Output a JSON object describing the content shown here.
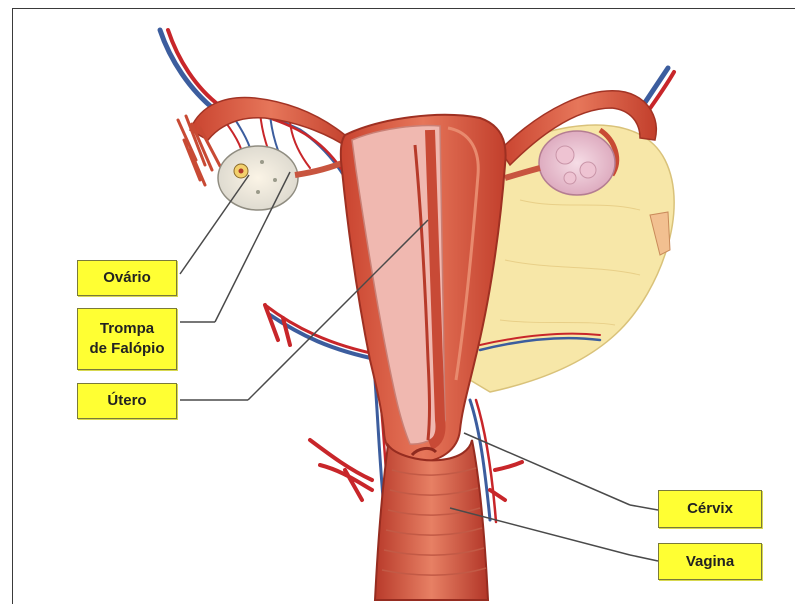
{
  "labels": {
    "ovario": "Ovário",
    "trompa_line1": "Trompa",
    "trompa_line2": "de Falópio",
    "utero": "Útero",
    "cervix": "Cérvix",
    "vagina": "Vagina"
  },
  "colors": {
    "label_fill": "#ffff33",
    "tissue": "#d5533f",
    "tissue_dark": "#b73a2a",
    "lining": "#f0b8b0",
    "ligament": "#f7e7a8",
    "vein": "#3c5d9e",
    "artery": "#c8262a"
  }
}
